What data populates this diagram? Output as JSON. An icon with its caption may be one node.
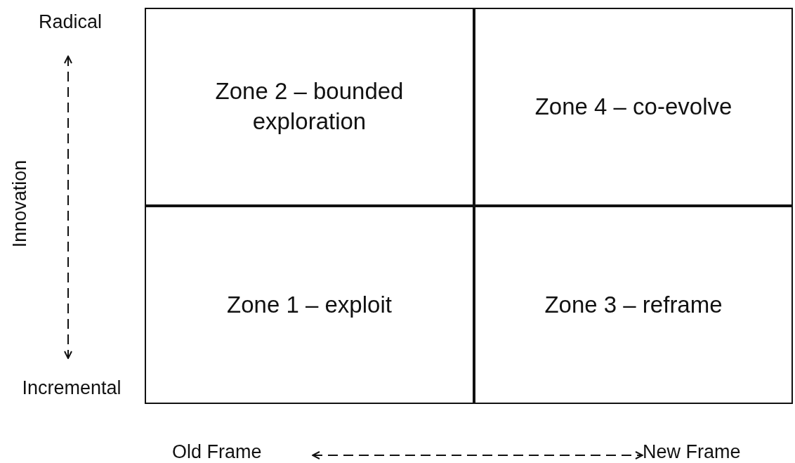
{
  "diagram": {
    "nodes": [
      {
        "text": [
          "Radical"
        ]
      },
      {
        "text": [
          "Zone 2 – bounded exploration"
        ]
      },
      {
        "text": [
          "Zone 4 – co-evolve"
        ]
      },
      {
        "text": [
          "Zone 1 – exploit"
        ]
      },
      {
        "text": [
          "Zone 3 – reframe"
        ]
      },
      {
        "text": [
          "Incremental"
        ]
      },
      {
        "text": [
          "Old Frame"
        ]
      },
      {
        "text": [
          "New Frame"
        ]
      }
    ],
    "edges": [
      {
        "from": 0,
        "to": 5,
        "arrow": "both",
        "style": "dashed"
      },
      {
        "from": 6,
        "to": 7,
        "arrow": "both",
        "style": "dashed"
      }
    ],
    "labels": [
      "Innovation"
    ]
  }
}
